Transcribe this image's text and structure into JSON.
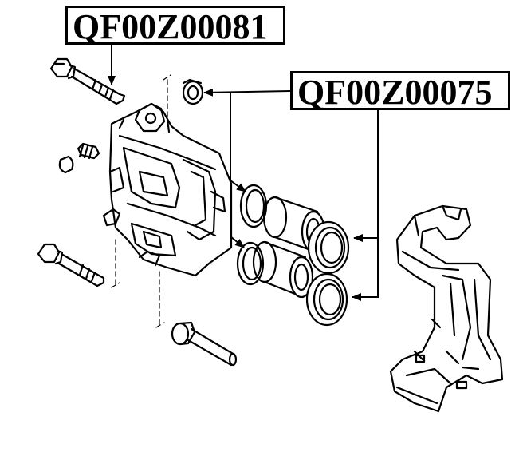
{
  "diagram": {
    "labels": [
      {
        "id": "label-1",
        "text": "QF00Z00081"
      },
      {
        "id": "label-2",
        "text": "QF00Z00075"
      }
    ],
    "parts": [
      "caliper-guide-bolt-upper",
      "caliper-guide-bolt-lower",
      "caliper-housing",
      "bleeder-screw",
      "bleeder-cap",
      "dust-boot",
      "piston-upper",
      "piston-lower",
      "piston-seal-upper",
      "piston-seal-lower",
      "piston-boot-upper",
      "piston-boot-lower",
      "guide-pin",
      "caliper-bracket"
    ],
    "colors": {
      "line": "#000000",
      "background": "#ffffff"
    }
  }
}
